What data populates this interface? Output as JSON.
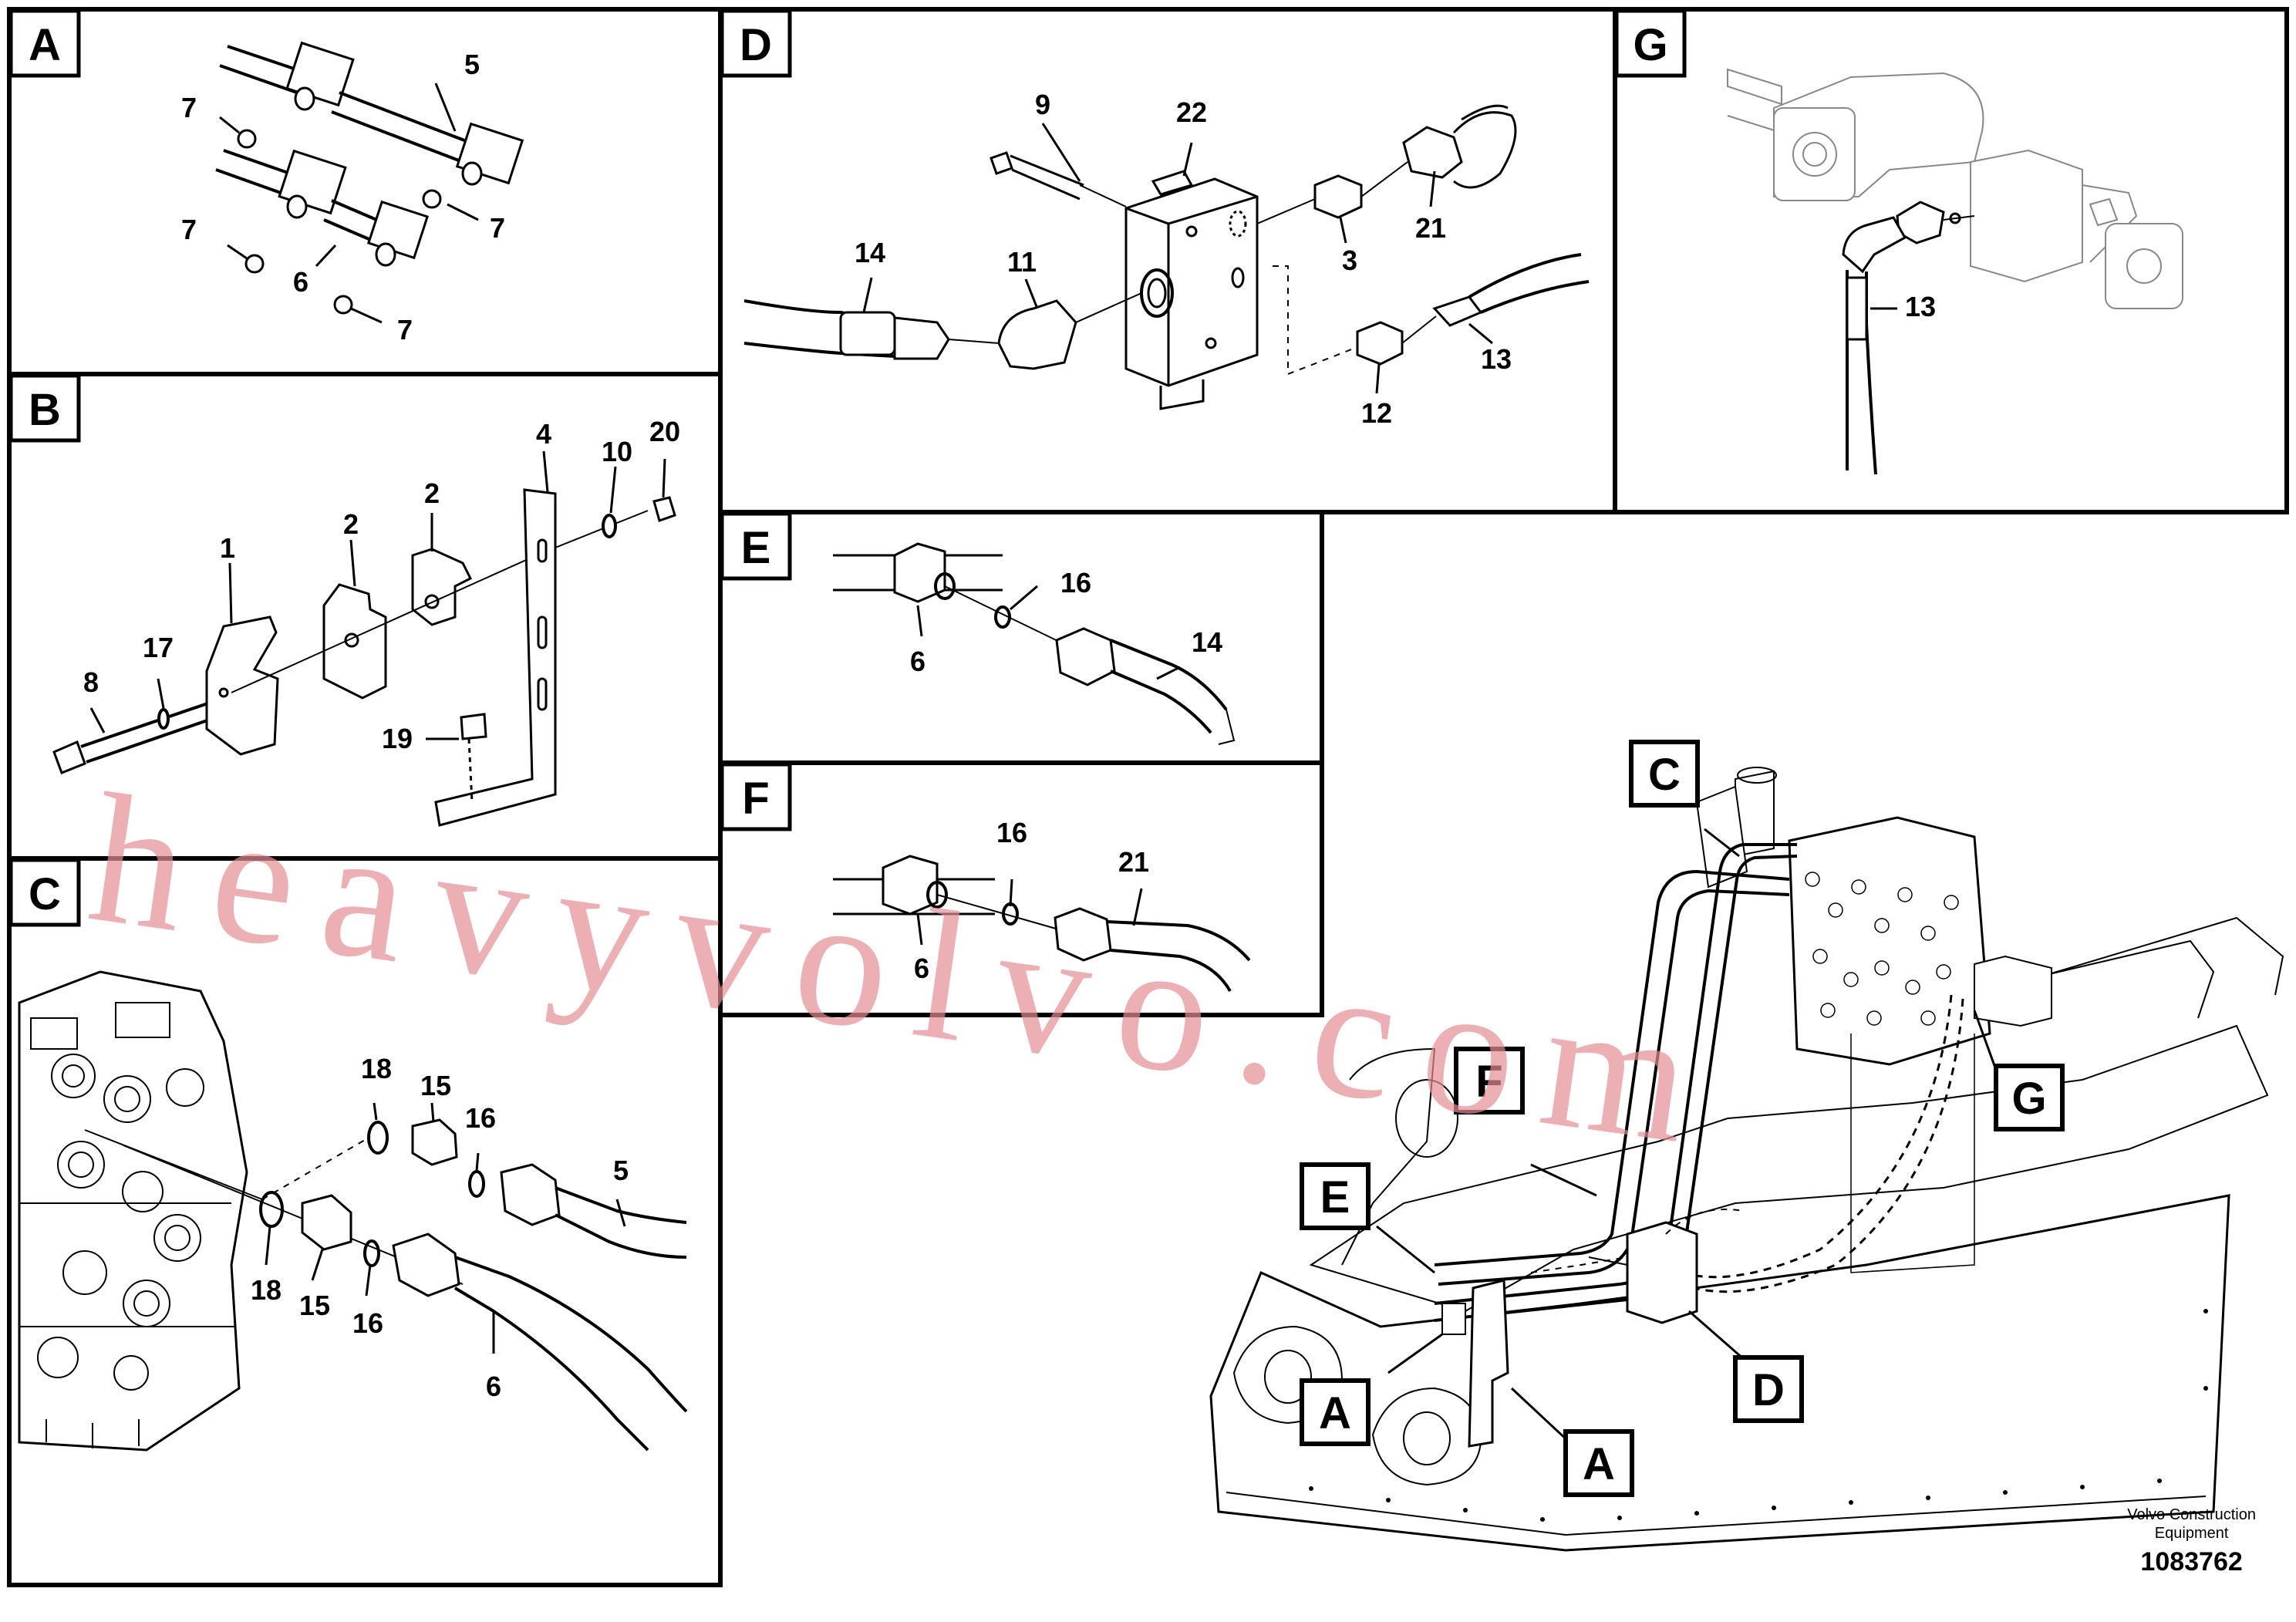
{
  "panels": {
    "A": "A",
    "B": "B",
    "C": "C",
    "D": "D",
    "E": "E",
    "F": "F",
    "G": "G"
  },
  "callouts": {
    "c1": "1",
    "c2": "2",
    "c3": "3",
    "c4": "4",
    "c5": "5",
    "c6": "6",
    "c7": "7",
    "c8": "8",
    "c9": "9",
    "c10": "10",
    "c11": "11",
    "c12": "12",
    "c13": "13",
    "c14": "14",
    "c15": "15",
    "c16": "16",
    "c17": "17",
    "c18": "18",
    "c19": "19",
    "c20": "20",
    "c21": "21",
    "c22": "22"
  },
  "credit": {
    "company_line1": "Volvo Construction",
    "company_line2": "Equipment",
    "part_number": "1083762"
  },
  "watermark": "heavyvolvo.com"
}
